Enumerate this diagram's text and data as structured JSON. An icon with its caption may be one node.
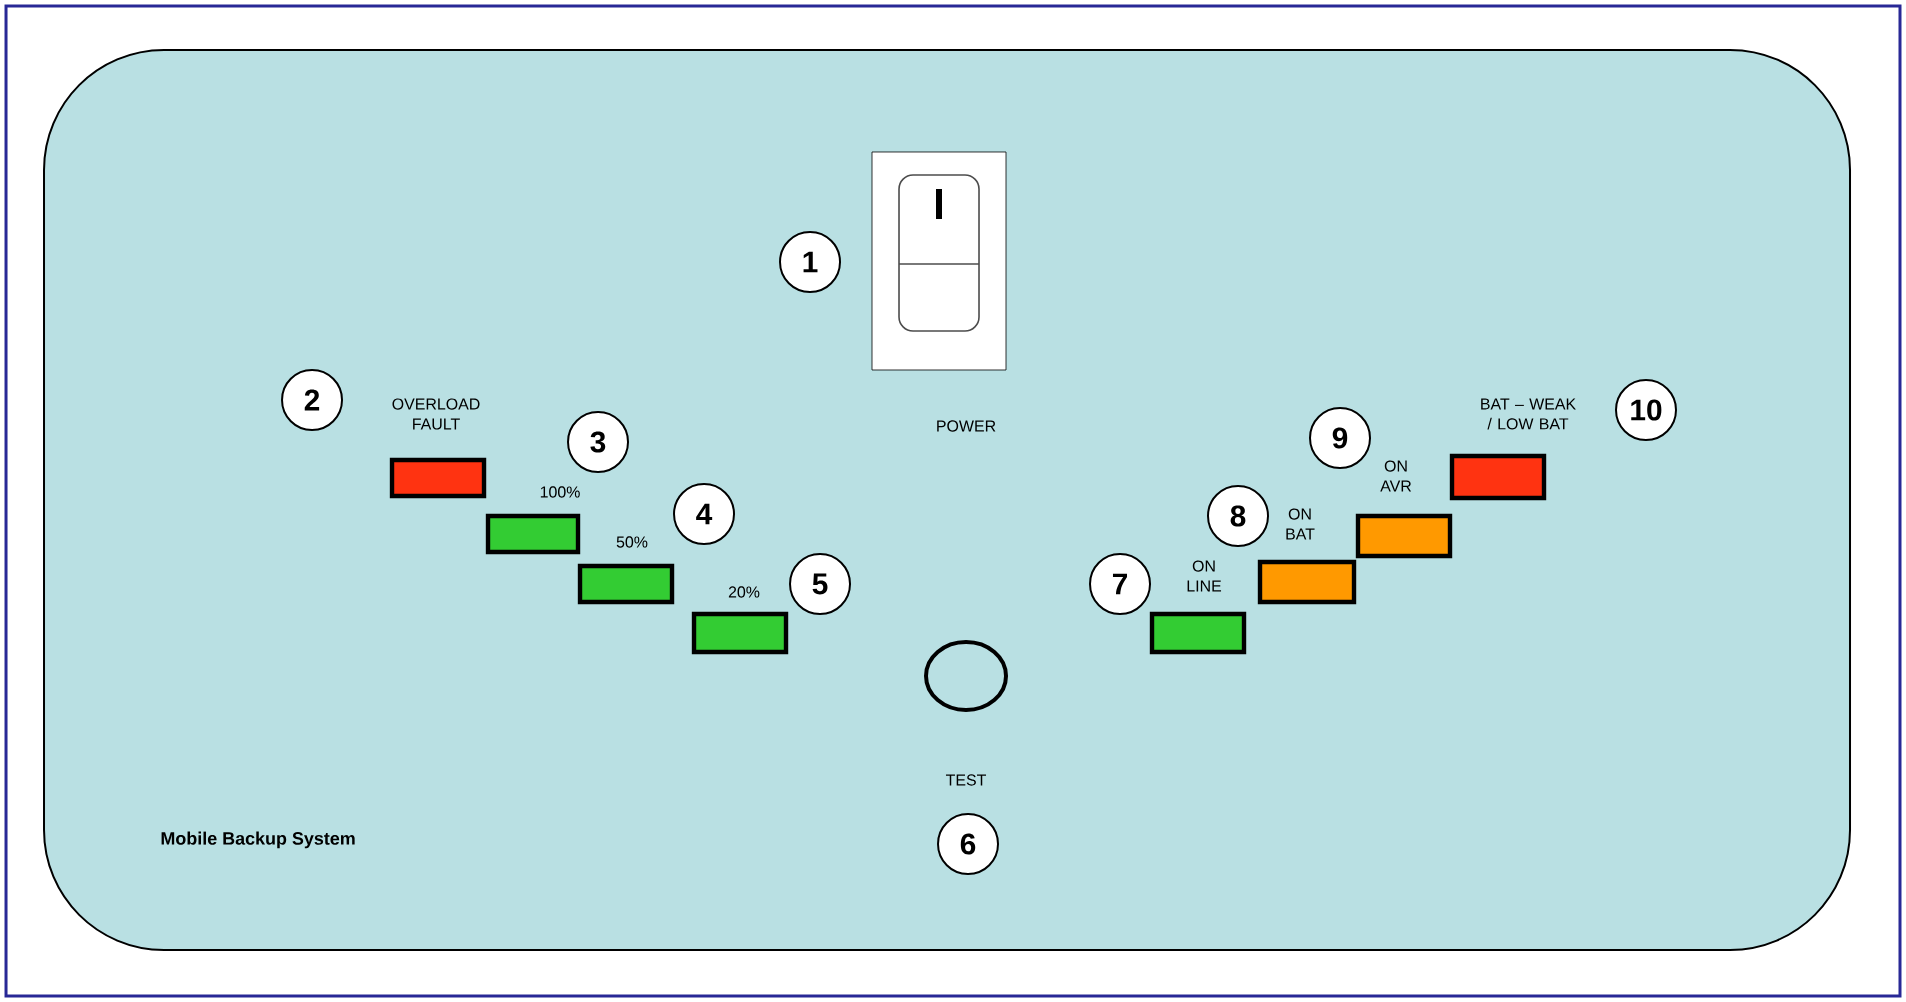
{
  "diagram": {
    "nodes": [
      {
        "text": [],
        "shape": "box"
      },
      {
        "text": [],
        "shape": "box",
        "in": 0,
        "beside": [
          "POWER"
        ]
      },
      {
        "text": [],
        "shape": "box",
        "in": 0,
        "beside": [
          "OVERLOAD FAULT"
        ]
      },
      {
        "text": [],
        "shape": "box",
        "in": 0,
        "beside": [
          "100%"
        ]
      },
      {
        "text": [],
        "shape": "box",
        "in": 0,
        "beside": [
          "50%"
        ]
      },
      {
        "text": [],
        "shape": "box",
        "in": 0,
        "beside": [
          "20%"
        ]
      },
      {
        "text": [],
        "shape": "circle",
        "in": 0
      },
      {
        "text": [],
        "shape": "box",
        "in": 0,
        "beside": [
          "ON LINE"
        ]
      },
      {
        "text": [],
        "shape": "box",
        "in": 0,
        "beside": [
          "ON BAT"
        ]
      },
      {
        "text": [],
        "shape": "box",
        "in": 0,
        "beside": [
          "ON AVR"
        ]
      },
      {
        "text": [],
        "shape": "box",
        "in": 0,
        "beside": [
          "BAT – WEAK / LOW BAT"
        ]
      }
    ],
    "labels": [
      "1",
      "2",
      "10",
      "3",
      "9",
      "4",
      "8",
      "5",
      "7",
      "TEST",
      "Mobile Backup System",
      "6"
    ]
  }
}
